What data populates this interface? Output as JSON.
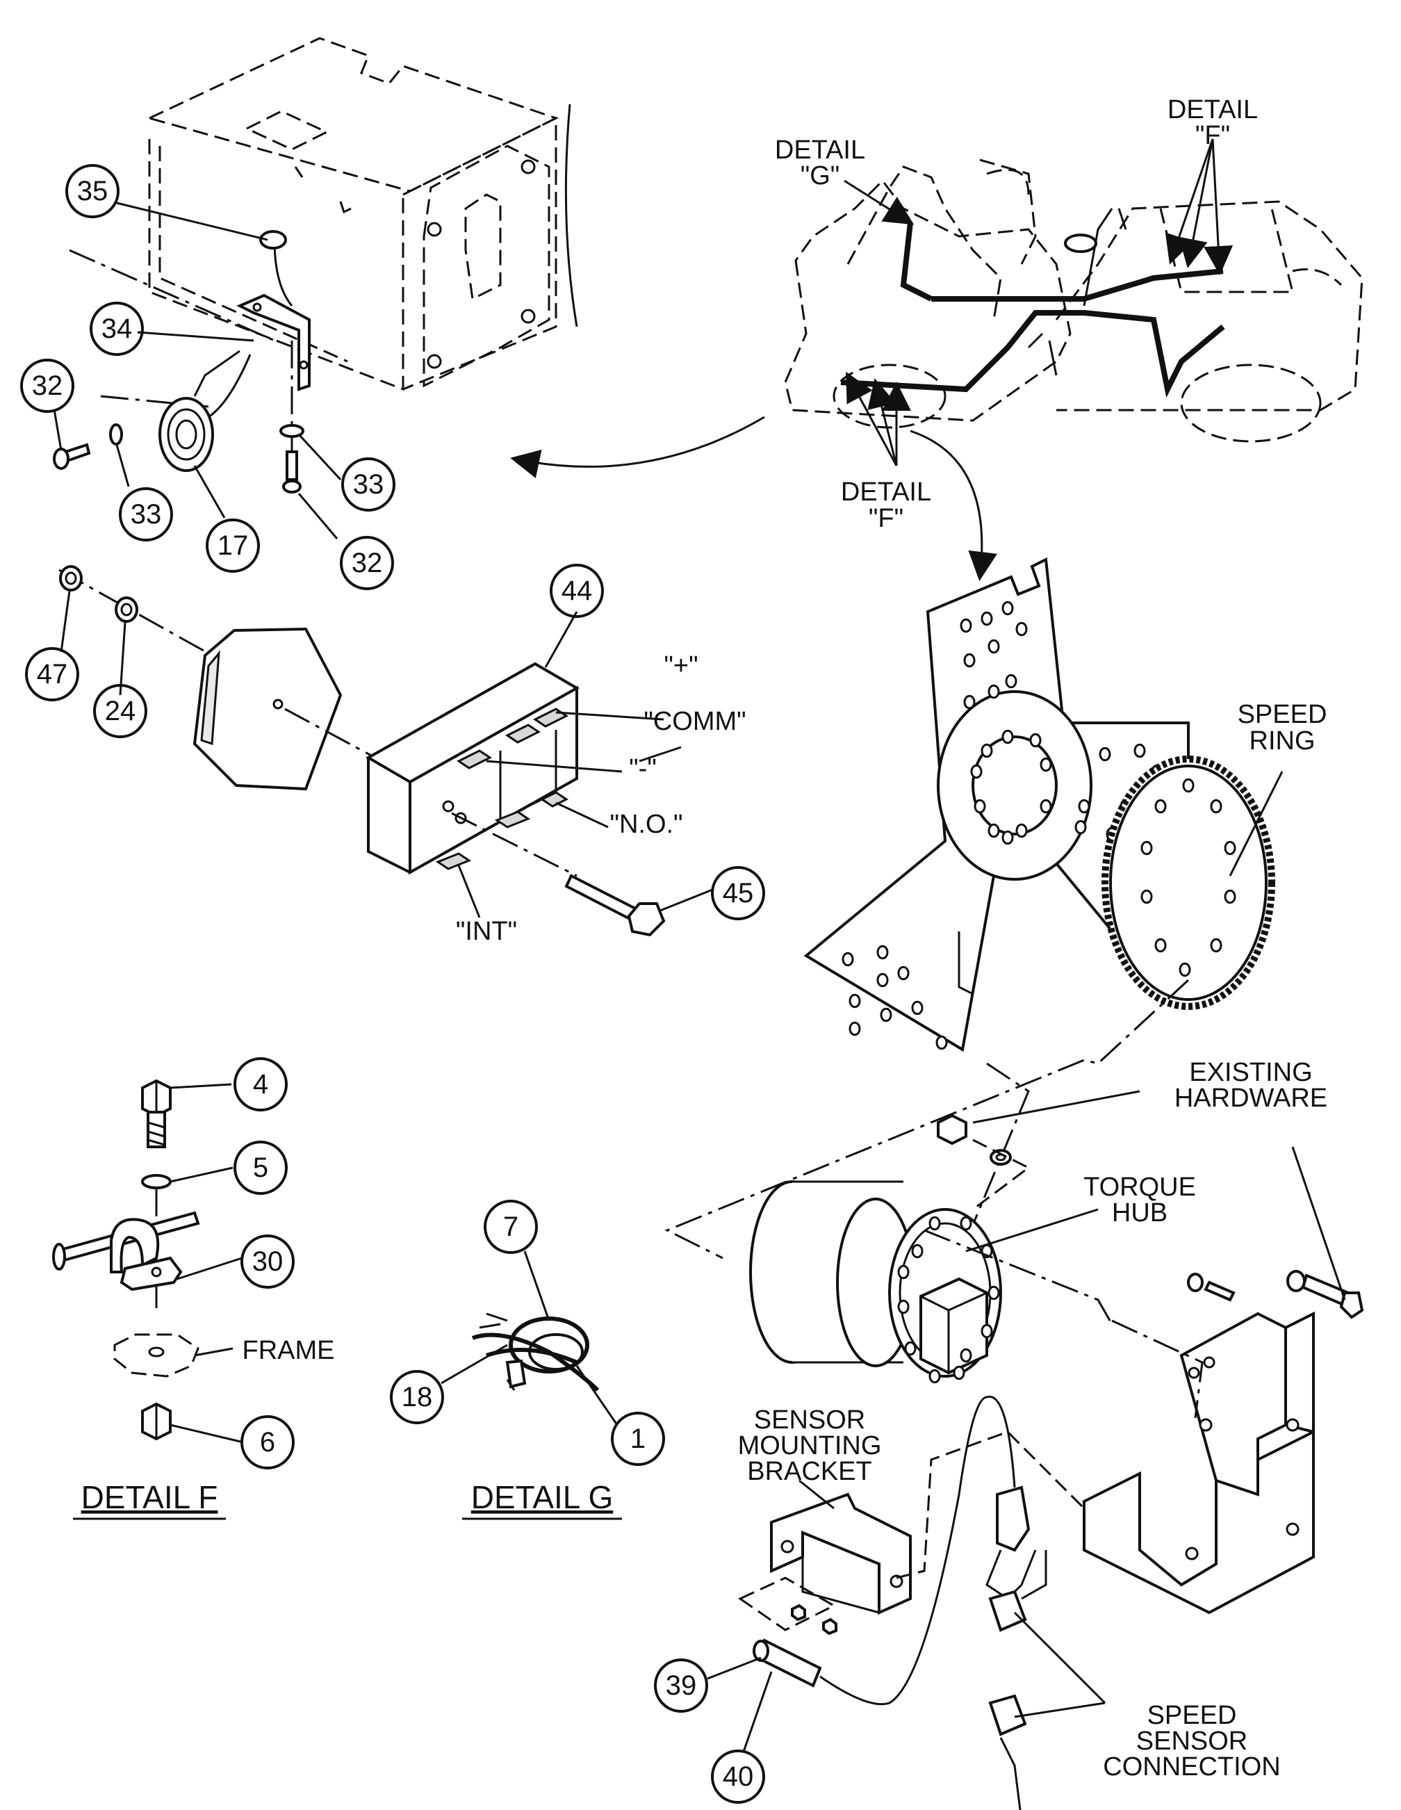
{
  "callouts": [
    "35",
    "34",
    "32",
    "33",
    "17",
    "33",
    "32",
    "47",
    "24",
    "44",
    "45",
    "4",
    "5",
    "30",
    "6",
    "7",
    "18",
    "1",
    "39",
    "40"
  ],
  "labels": {
    "detail_g_top": [
      "DETAIL",
      "\"G\""
    ],
    "detail_f_top": [
      "DETAIL",
      "\"F\""
    ],
    "detail_f_mid": [
      "DETAIL",
      "\"F\""
    ],
    "speed_ring": [
      "SPEED",
      "RING"
    ],
    "existing_hardware": [
      "EXISTING",
      "HARDWARE"
    ],
    "torque_hub": [
      "TORQUE",
      "HUB"
    ],
    "sensor_bracket": [
      "SENSOR",
      "MOUNTING",
      "BRACKET"
    ],
    "speed_sensor": [
      "SPEED",
      "SENSOR",
      "CONNECTION"
    ],
    "frame": "FRAME"
  },
  "terminals": {
    "plus": "\"+\"",
    "comm": "\"COMM\"",
    "minus": "\"-\"",
    "no": "\"N.O.\"",
    "int": "\"INT\""
  },
  "titles": {
    "detail_f": "DETAIL F",
    "detail_g": "DETAIL G"
  }
}
